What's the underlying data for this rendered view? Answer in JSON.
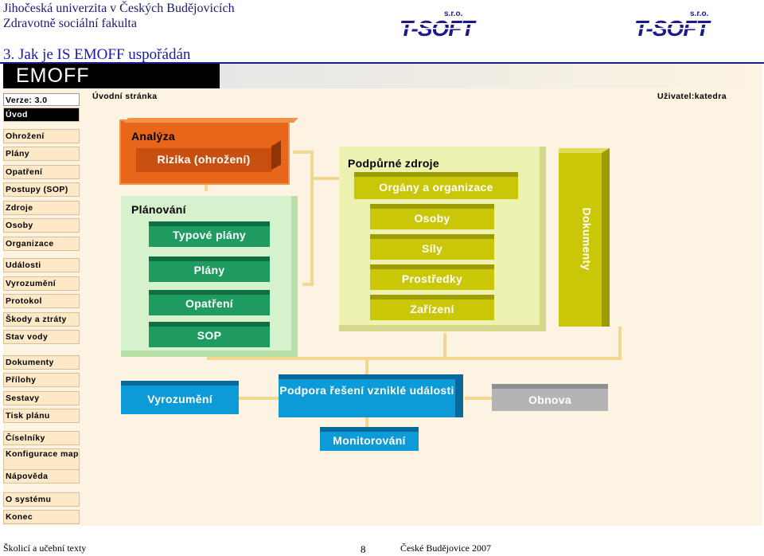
{
  "header": {
    "line1": "Jihočeská univerzita v Českých Budějovicích",
    "line2": "Zdravotně sociální fakulta",
    "title": "3.   Jak je IS EMOFF uspořádán",
    "logo_text": "T-SOFT",
    "logo_tag": "s.r.o."
  },
  "app": {
    "banner": "EMOFF",
    "top_left": "Úvodní stránka",
    "top_right": "Uživatel:katedra",
    "sidebar": [
      {
        "label": "Verze: 3.0"
      },
      {
        "label": "Úvod"
      },
      {
        "label": "Ohrožení"
      },
      {
        "label": "Plány"
      },
      {
        "label": "Opatření"
      },
      {
        "label": "Postupy (SOP)"
      },
      {
        "label": "Zdroje"
      },
      {
        "label": "Osoby"
      },
      {
        "label": "Organizace"
      },
      {
        "label": "Události"
      },
      {
        "label": "Vyrozumění"
      },
      {
        "label": "Protokol"
      },
      {
        "label": "Škody a ztráty"
      },
      {
        "label": "Stav vody"
      },
      {
        "label": "Dokumenty"
      },
      {
        "label": "Přílohy"
      },
      {
        "label": "Sestavy"
      },
      {
        "label": "Tisk plánu"
      },
      {
        "label": "Číselníky"
      },
      {
        "label": "Konfigurace map"
      },
      {
        "label": "Nápověda"
      },
      {
        "label": "O systému"
      },
      {
        "label": "Konec"
      }
    ],
    "diagram": {
      "analyza": "Analýza",
      "rizika": "Rizika (ohrožení)",
      "planovani": "Plánování",
      "typove_plany": "Typové plány",
      "plany": "Plány",
      "opatreni": "Opatření",
      "sop": "SOP",
      "podpurne": "Podpůrné zdroje",
      "organy": "Orgány a organizace",
      "osoby": "Osoby",
      "sily": "Síly",
      "prostredky": "Prostředky",
      "zarizeni": "Zařízení",
      "dokumenty": "Dokumenty",
      "vyrozumeni": "Vyrozumění",
      "podpora": "Podpora řešení vzniklé události",
      "obnova": "Obnova",
      "monitorovani": "Monitorování"
    },
    "colors": {
      "orange_front": "#e8661a",
      "orange_top": "#f2914a",
      "green_light": "#d6f2cc",
      "green_btn": "#1f9b62",
      "olive_light": "#eef2b0",
      "olive_btn": "#c9c708",
      "blue_btn": "#0c9bd6",
      "gray_btn": "#b4b4b4"
    }
  },
  "footer": {
    "left": "Školicí a učební texty",
    "page": "8",
    "right": "České Budějovice 2007"
  }
}
